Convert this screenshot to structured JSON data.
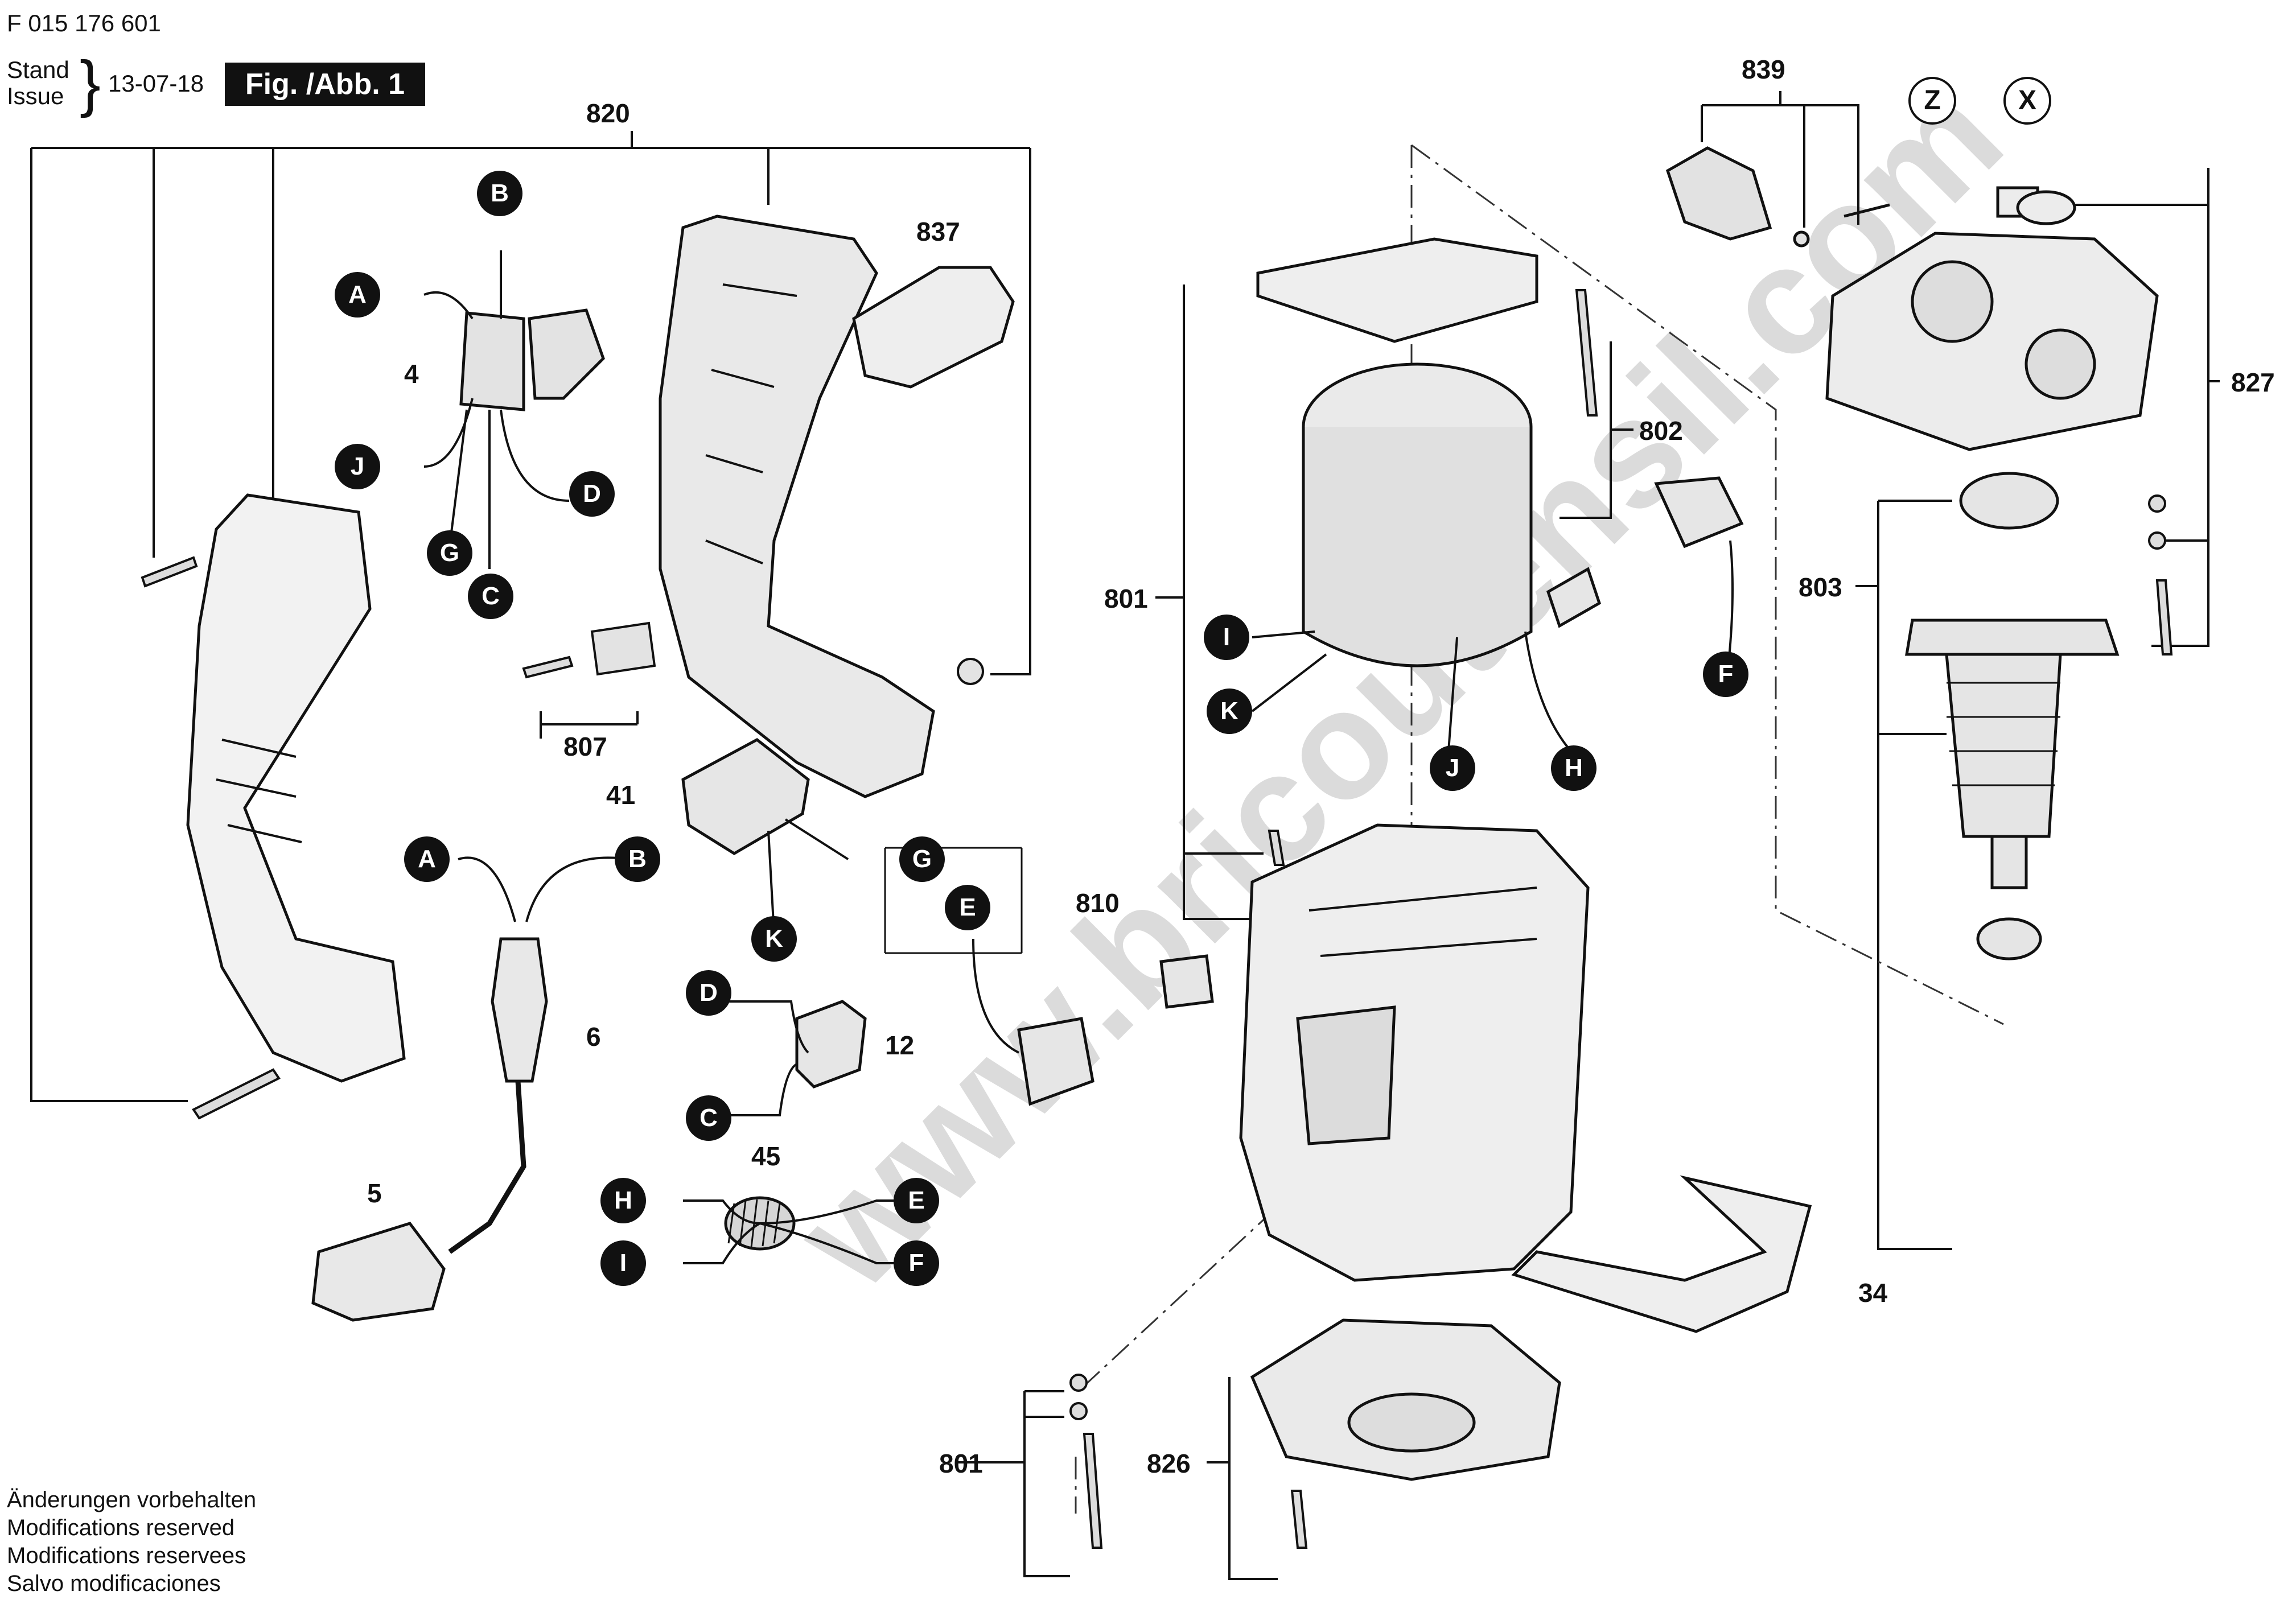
{
  "header": {
    "doc_number": "F 015 176 601",
    "stand_label": "Stand",
    "issue_label": "Issue",
    "date": "13-07-18",
    "figure_tag": "Fig. /Abb. 1"
  },
  "watermark": "www.bricoutensil.com",
  "notes": [
    "Änderungen vorbehalten",
    "Modifications reserved",
    "Modifications reservees",
    "Salvo modificaciones"
  ],
  "part_labels": {
    "p820": "820",
    "p837": "837",
    "p4": "4",
    "p807": "807",
    "p41": "41",
    "p6": "6",
    "p5": "5",
    "p12": "12",
    "p45": "45",
    "p810": "810",
    "p801a": "801",
    "p801b": "801",
    "p802": "802",
    "p803": "803",
    "p826": "826",
    "p34": "34",
    "p839": "839",
    "p827": "827"
  },
  "connector_letters": {
    "c_B1": "B",
    "c_A1": "A",
    "c_J1": "J",
    "c_D1": "D",
    "c_G1": "G",
    "c_C1": "C",
    "c_A2": "A",
    "c_B2": "B",
    "c_G2": "G",
    "c_K2": "K",
    "c_E2": "E",
    "c_D2": "D",
    "c_C2": "C",
    "c_H2": "H",
    "c_E3": "E",
    "c_I2": "I",
    "c_F2": "F",
    "c_I1": "I",
    "c_K1": "K",
    "c_J2": "J",
    "c_H1": "H",
    "c_F1": "F"
  },
  "axis_letters": {
    "z": "Z",
    "x": "X"
  }
}
